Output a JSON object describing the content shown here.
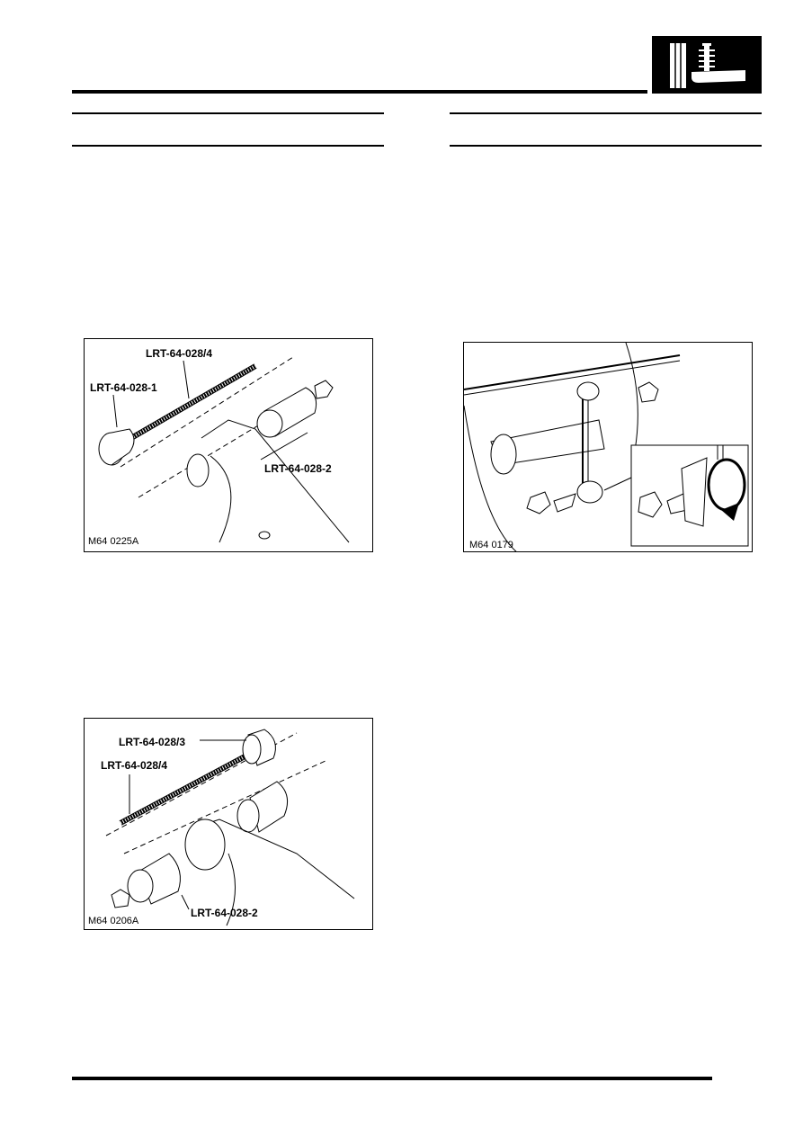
{
  "icon": {
    "name": "suspension-section-icon"
  },
  "figures": [
    {
      "code": "M64 0225A",
      "labels": [
        "LRT-64-028/4",
        "LRT-64-028-1",
        "LRT-64-028-2"
      ]
    },
    {
      "code": "M64 0179",
      "labels": []
    },
    {
      "code": "M64 0206A",
      "labels": [
        "LRT-64-028/3",
        "LRT-64-028/4",
        "LRT-64-028-2"
      ]
    }
  ]
}
